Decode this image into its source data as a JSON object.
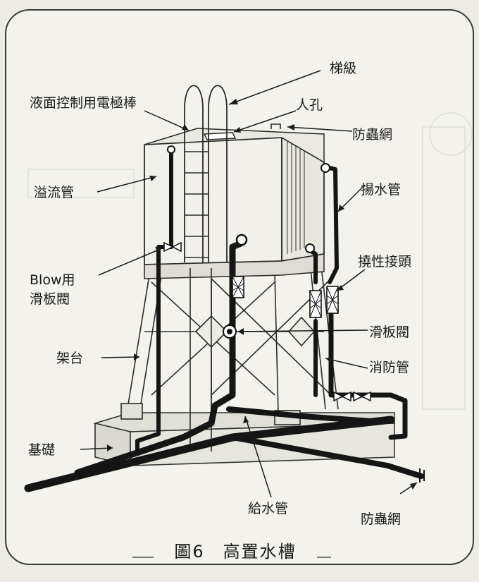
{
  "diagram": {
    "caption": "圖6　高置水槽",
    "labels": {
      "ladder": "梯級",
      "level_electrode": "液面控制用電極棒",
      "manhole": "人孔",
      "insect_net_top": "防蟲網",
      "overflow_pipe": "溢流管",
      "lift_pipe": "揚水管",
      "flexible_joint": "撓性接頭",
      "blow_valve_1": "Blow用",
      "blow_valve_2": "滑板閥",
      "gate_valve": "滑板閥",
      "stand": "架台",
      "fire_pipe": "消防管",
      "foundation": "基礎",
      "supply_pipe": "給水管",
      "insect_net_bottom": "防蟲網"
    }
  }
}
